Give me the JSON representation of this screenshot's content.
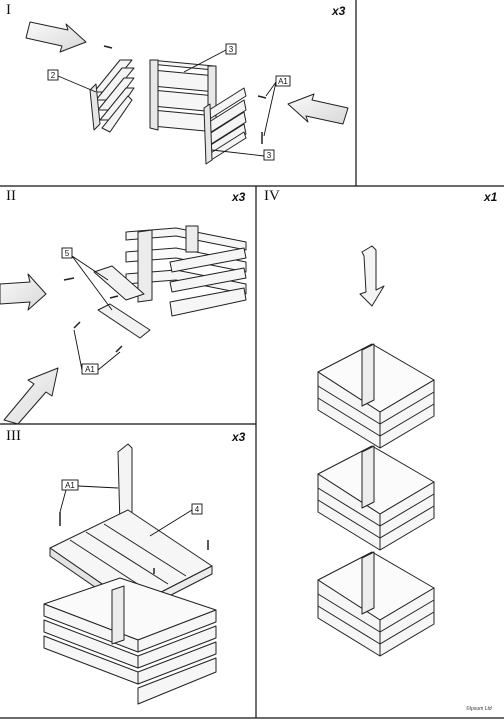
{
  "steps": [
    {
      "numeral": "I",
      "quantity": "x3",
      "callouts": [
        "2",
        "3",
        "3",
        "A1"
      ]
    },
    {
      "numeral": "II",
      "quantity": "x3",
      "callouts": [
        "5",
        "A1"
      ]
    },
    {
      "numeral": "III",
      "quantity": "x3",
      "callouts": [
        "A1",
        "4"
      ]
    },
    {
      "numeral": "IV",
      "quantity": "x1"
    }
  ],
  "copyright": "©Ipsum Ltd"
}
